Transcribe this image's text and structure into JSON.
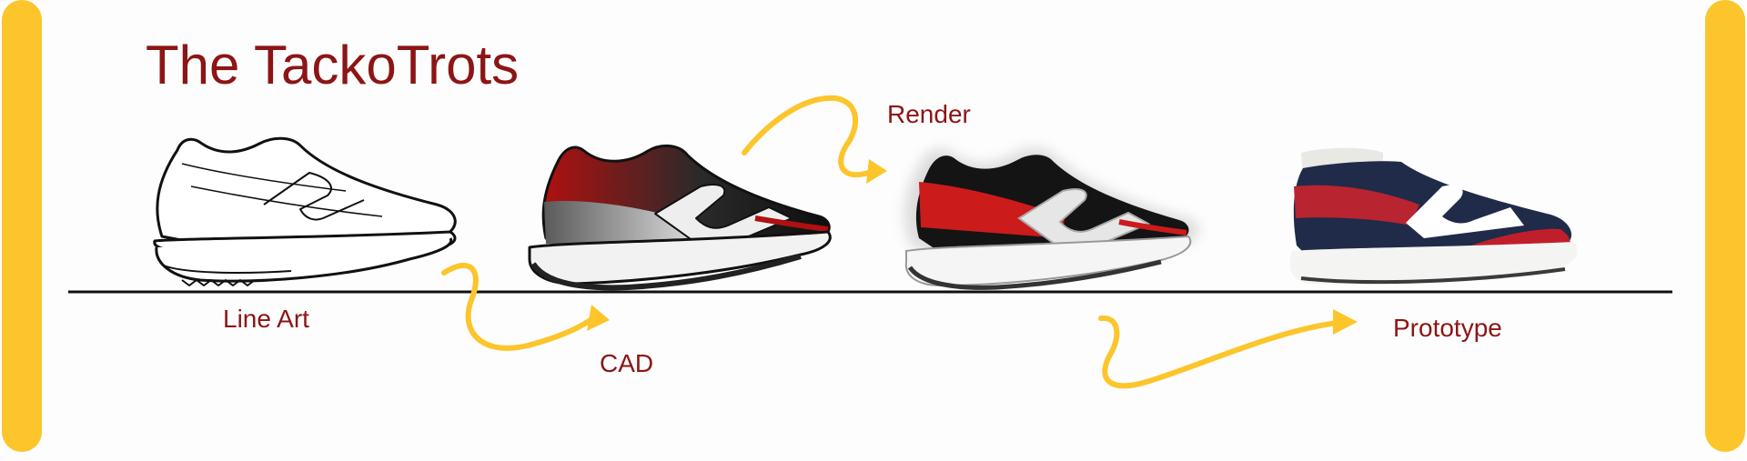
{
  "title": "The TackoTrots",
  "stages": [
    {
      "label": "Line Art",
      "illustration": "line-art-shoe"
    },
    {
      "label": "CAD",
      "illustration": "cad-shoe"
    },
    {
      "label": "Render",
      "illustration": "rendered-shoe"
    },
    {
      "label": "Prototype",
      "illustration": "prototype-shoe"
    }
  ],
  "colors": {
    "title": "#8c1515",
    "label": "#8c1515",
    "accent": "#fcc52b",
    "baseline": "#111111"
  }
}
